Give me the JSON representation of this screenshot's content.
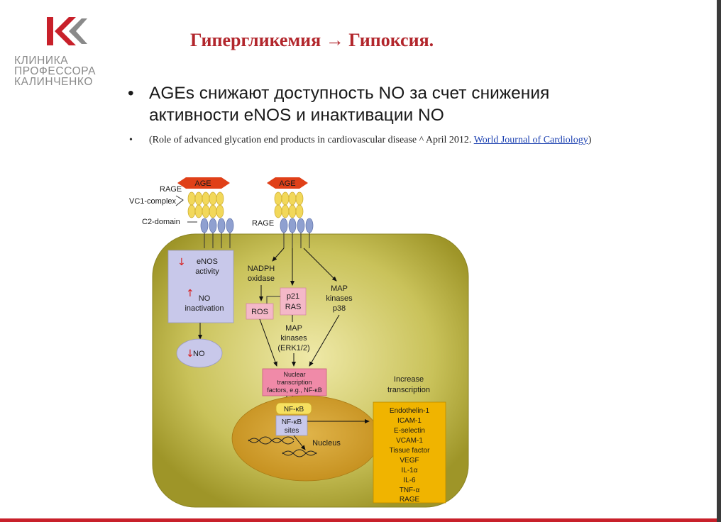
{
  "logo": {
    "lines": [
      "КЛИНИКА",
      "ПРОФЕССОРА",
      "КАЛИНЧЕНКО"
    ],
    "colors": {
      "red": "#c8202a",
      "gray": "#8a8a8a"
    }
  },
  "title": "Гипергликемия → Гипоксия.",
  "bullet": {
    "line1": "AGEs  снижают доступность NO за счет снижения",
    "line2": "активности eNOS и инактивации NO"
  },
  "reference": {
    "text": "(Role of advanced glycation end products in cardiovascular disease ^ April 2012. ",
    "link": "World Journal of Cardiology",
    "tail": ")"
  },
  "diagram": {
    "age1": "AGE",
    "age2": "AGE",
    "rage_left": "RAGE",
    "vc1": "VC1-complex",
    "c2": "C2-domain",
    "rage_right": "RAGE",
    "enos_activity": [
      "eNOS",
      "activity"
    ],
    "no_inactivation": [
      "NO",
      "inactivation"
    ],
    "no": "NO",
    "nadph": [
      "NADPH",
      "oxidase"
    ],
    "ros": "ROS",
    "p21": [
      "p21",
      "RAS"
    ],
    "map_p38": [
      "MAP",
      "kinases",
      "p38"
    ],
    "map_erk": [
      "MAP",
      "kinases",
      "(ERK1/2)"
    ],
    "nuclear_tf": [
      "Nuclear",
      "transcription",
      "factors, e.g., NF-κB"
    ],
    "nfkb": "NF-κB",
    "nfkb_sites": [
      "NF-κB",
      "sites"
    ],
    "nucleus": "Nucleus",
    "increase": [
      "Increase",
      "transcription"
    ],
    "genes": [
      "Endothelin-1",
      "ICAM-1",
      "E-selectin",
      "VCAM-1",
      "Tissue factor",
      "VEGF",
      "IL-1α",
      "IL-6",
      "TNF-α",
      "RAGE"
    ],
    "colors": {
      "cell": "#b8b23a",
      "nucleus": "#c99a22",
      "box": "#c8c8ea",
      "pink": "#f4b8c8",
      "genes": "#f0b400",
      "arrow_red": "#d81e1e"
    }
  }
}
